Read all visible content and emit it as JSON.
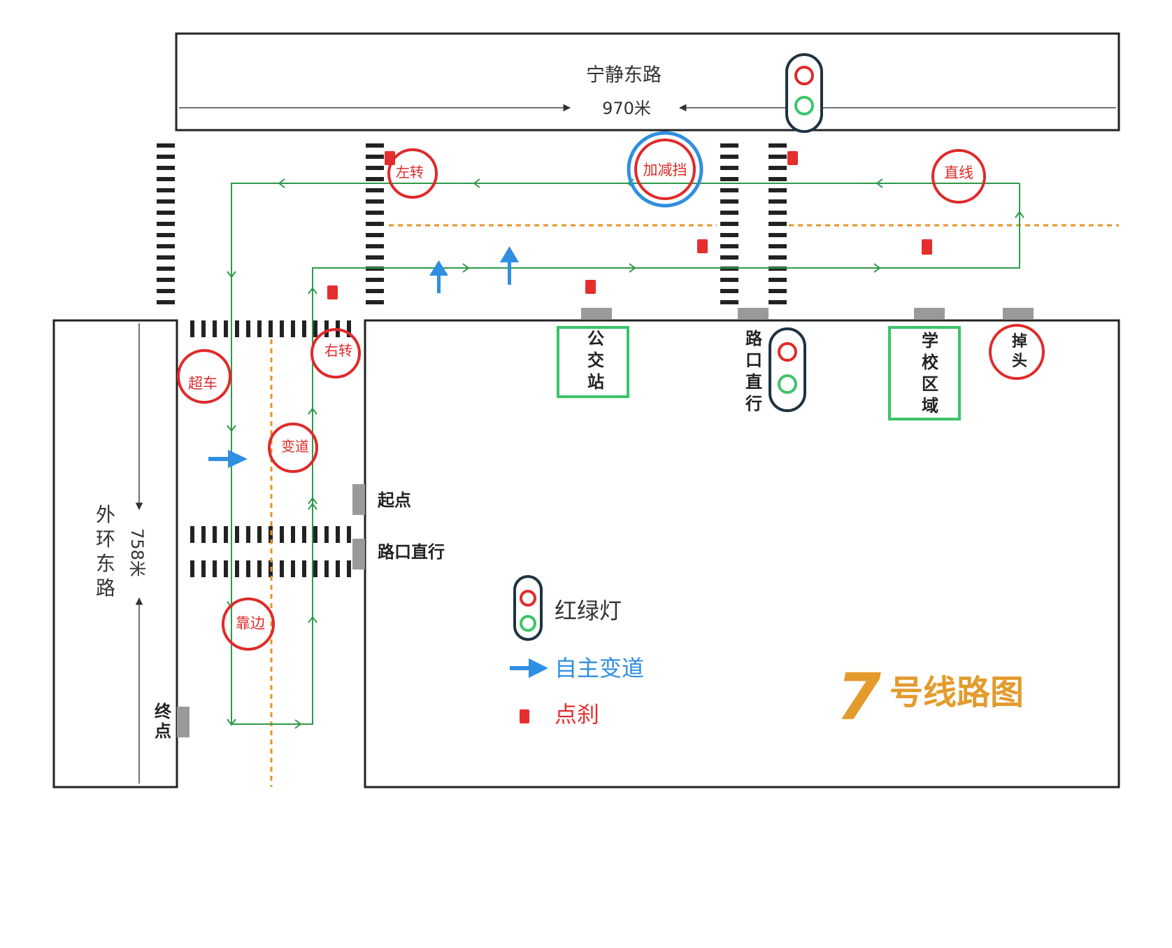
{
  "roads": {
    "top_name": "宁静东路",
    "top_length": "970米",
    "left_name": "外环东路",
    "left_length": "758米"
  },
  "maneuvers": {
    "left_turn": "左转",
    "gear_shift": "加减挡",
    "straight": "直线",
    "overtake": "超车",
    "right_turn": "右转",
    "lane_change": "变道",
    "pull_over": "靠边",
    "u_turn": "掉头"
  },
  "stops": {
    "bus_stop": "公交站",
    "intersection_straight": "路口直行",
    "school_zone": "学校区域"
  },
  "points": {
    "start": "起点",
    "intersection_straight": "路口直行",
    "end": "终点"
  },
  "legend": {
    "traffic_light": "红绿灯",
    "lane_change": "自主变道",
    "brake": "点刹"
  },
  "title": {
    "number": "7",
    "text": "号线路图"
  },
  "colors": {
    "route": "#2e9a4a",
    "maneuver_circle": "#e02a2a",
    "gear_circle_outer": "#2f8fe0",
    "bus_box": "#3cc46a",
    "blue_arrow": "#2f8fe0",
    "brake_mark": "#e52e2e",
    "lane_divider": "#e0962a",
    "title": "#e39b2c"
  }
}
